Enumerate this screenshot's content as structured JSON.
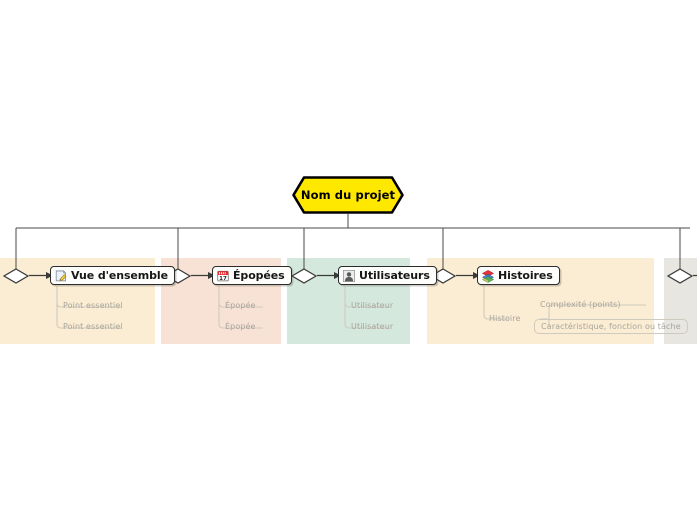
{
  "diagram": {
    "type": "mind-map",
    "title": "Nom du projet",
    "background": "#ffffff",
    "root": {
      "label": "Nom du projet",
      "shape": "hexagon",
      "fill": "#ffe800",
      "stroke": "#000000"
    },
    "branches": [
      {
        "id": "vue-d-ensemble",
        "label": "Vue d'ensemble",
        "icon": "memo-note-icon",
        "band_color": "#fbedd3",
        "children": [
          {
            "label": "Point essentiel"
          },
          {
            "label": "Point essentiel"
          }
        ]
      },
      {
        "id": "epopees",
        "label": "Épopées",
        "icon": "calendar-icon",
        "icon_text": "17",
        "band_color": "#f8e2d5",
        "children": [
          {
            "label": "Épopée"
          },
          {
            "label": "Épopée"
          }
        ]
      },
      {
        "id": "utilisateurs",
        "label": "Utilisateurs",
        "icon": "user-bust-icon",
        "band_color": "#d5e8dd",
        "children": [
          {
            "label": "Utilisateur"
          },
          {
            "label": "Utilisateur"
          }
        ]
      },
      {
        "id": "histoires",
        "label": "Histoires",
        "icon": "books-stack-icon",
        "band_color": "#fbedd3",
        "children": [
          {
            "label": "Histoire",
            "children": [
              {
                "label": "Complexité (points)"
              },
              {
                "label": "Caractéristique, fonction ou tâche"
              }
            ]
          }
        ]
      },
      {
        "id": "branch-offscreen",
        "label": "",
        "icon": "none",
        "band_color": "#e8e6e1",
        "children": []
      }
    ],
    "colors": {
      "root_fill": "#ffe800",
      "node_fill": "#fdfdfb",
      "node_stroke": "#2b2b2b",
      "wire": "#4a4a48",
      "leaf_text": "#a8a49c",
      "leaf_wire": "#cfcabe"
    }
  }
}
